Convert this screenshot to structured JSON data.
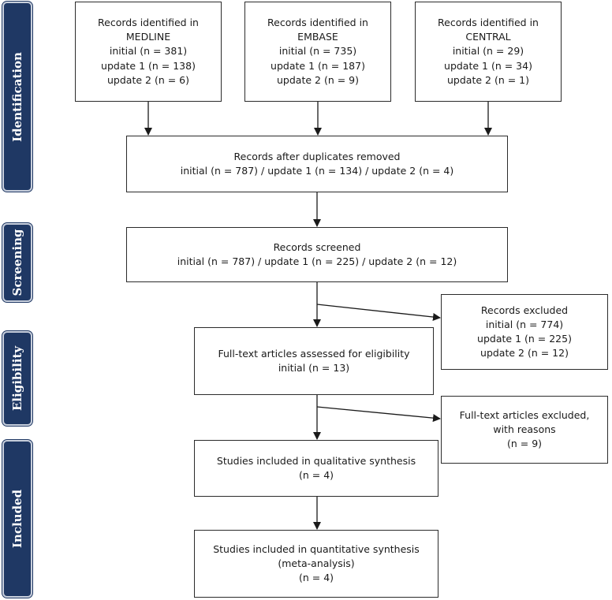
{
  "phases": {
    "identification": "Identification",
    "screening": "Screening",
    "eligibility": "Eligibility",
    "included": "Included"
  },
  "boxes": {
    "medline": [
      "Records identified in",
      "MEDLINE",
      "initial (n = 381)",
      "update 1 (n = 138)",
      "update 2 (n = 6)"
    ],
    "embase": [
      "Records identified in",
      "EMBASE",
      "initial (n = 735)",
      "update 1 (n = 187)",
      "update 2 (n = 9)"
    ],
    "central": [
      "Records identified in",
      "CENTRAL",
      "initial (n = 29)",
      "update 1 (n = 34)",
      "update 2 (n = 1)"
    ],
    "duplicates": [
      "Records after duplicates removed",
      "initial (n = 787) / update 1 (n = 134) / update 2 (n = 4)"
    ],
    "screened": [
      "Records screened",
      "initial (n = 787) / update 1 (n = 225) / update 2 (n = 12)"
    ],
    "excluded": [
      "Records excluded",
      "initial (n = 774)",
      "update 1 (n = 225)",
      "update 2 (n = 12)"
    ],
    "fulltext": [
      "Full-text articles assessed for eligibility",
      "initial (n = 13)"
    ],
    "fulltext_excluded": [
      "Full-text articles excluded,",
      "with reasons",
      "(n = 9)"
    ],
    "qualitative": [
      "Studies included in qualitative synthesis",
      "(n = 4)"
    ],
    "quantitative": [
      "Studies included in quantitative synthesis",
      "(meta-analysis)",
      "(n = 4)"
    ]
  }
}
